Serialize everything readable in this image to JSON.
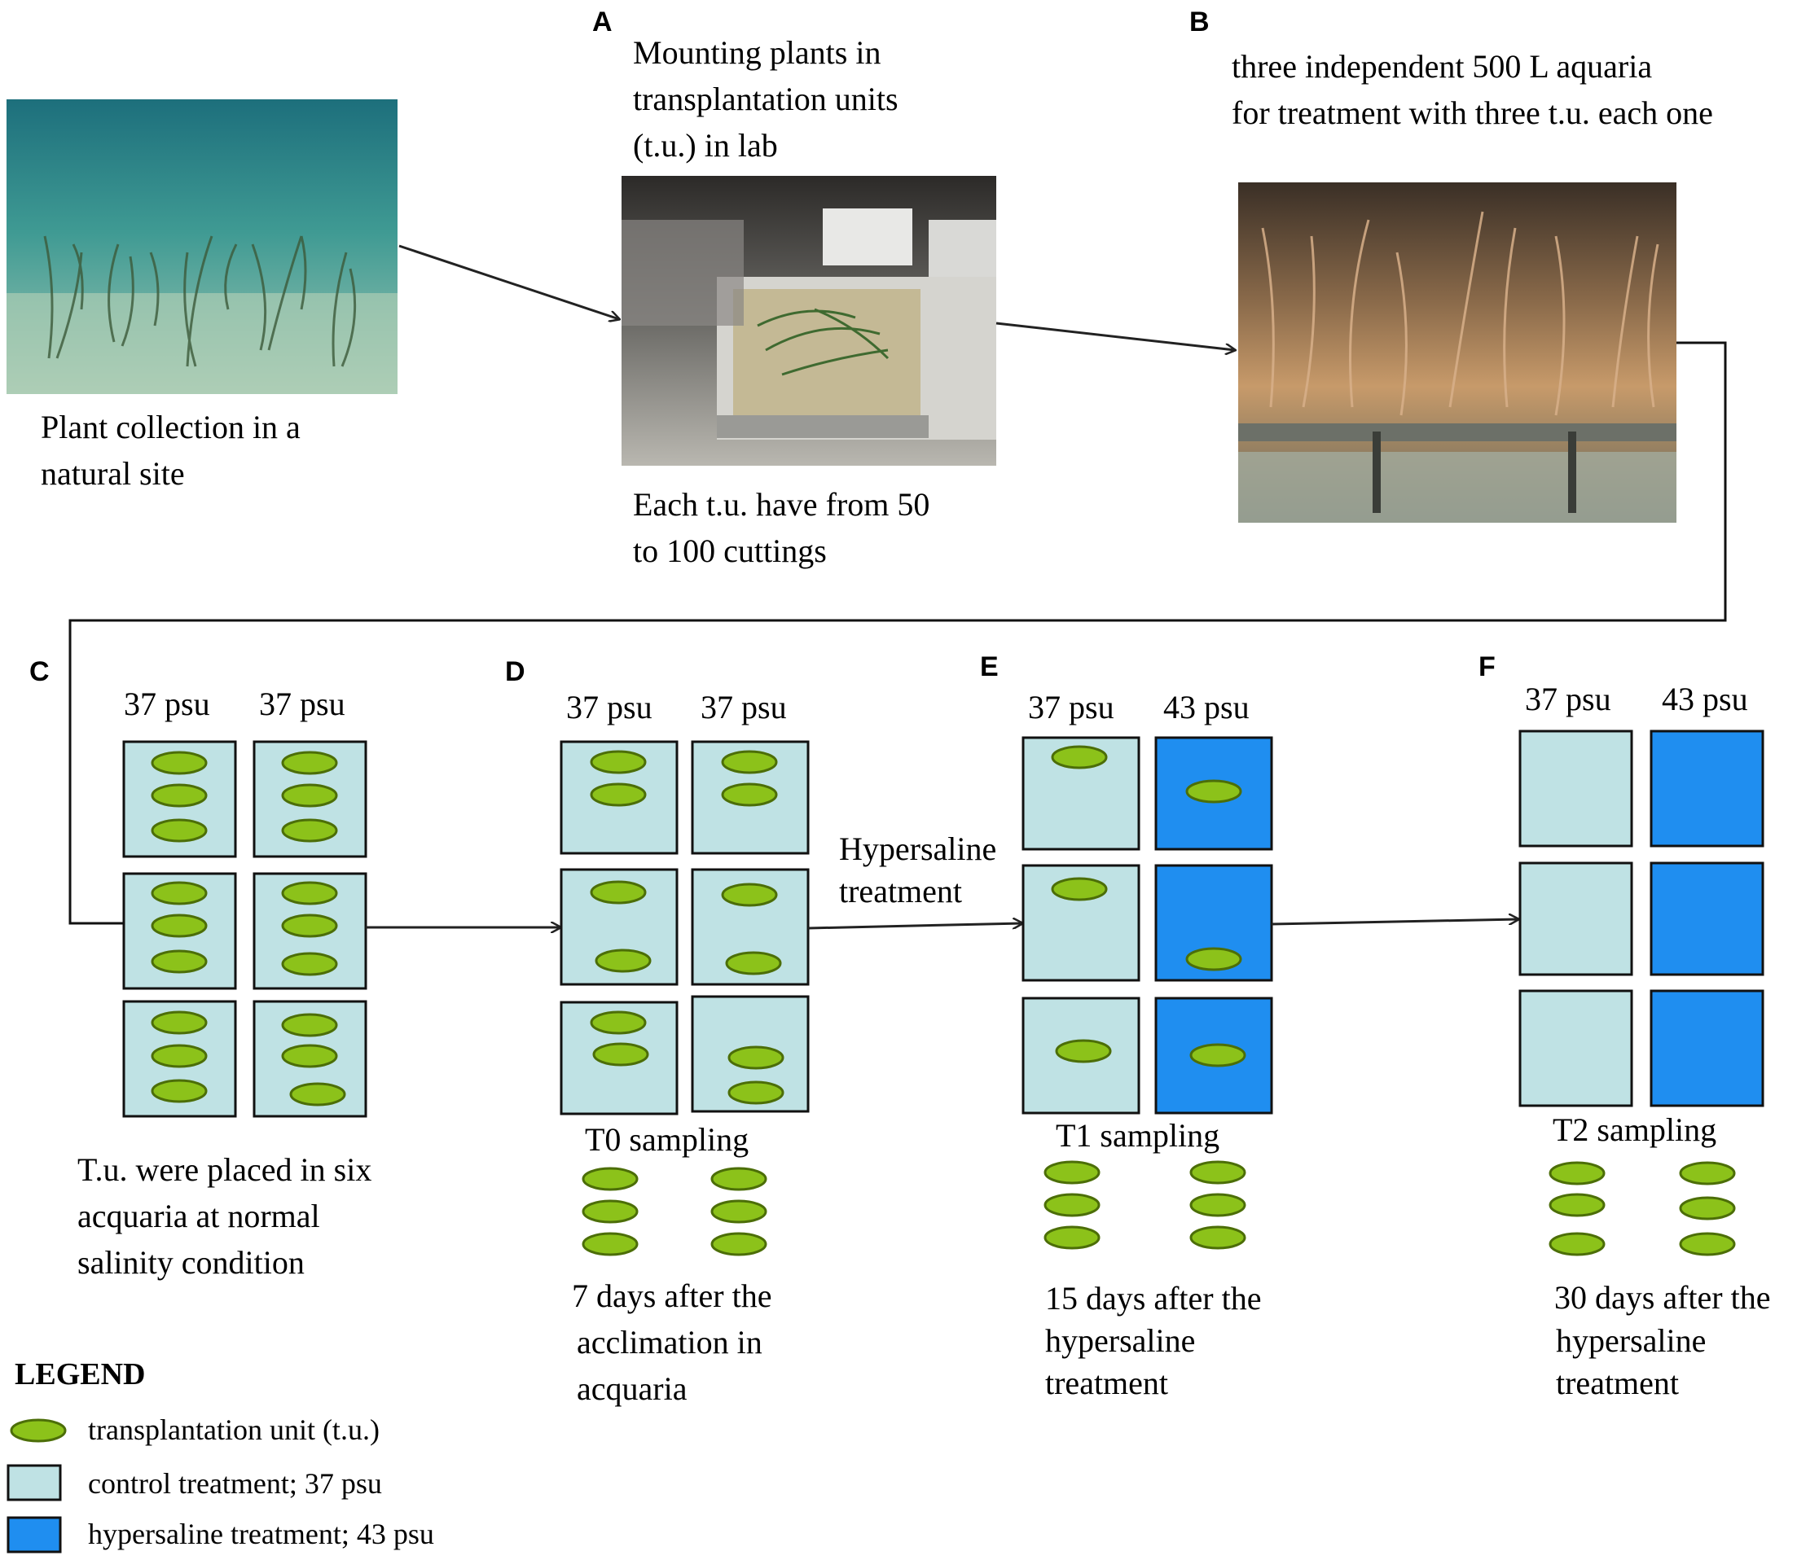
{
  "colors": {
    "control": "#bfe2e4",
    "hypersaline": "#1f8ef0",
    "tu_fill": "#8cc21a",
    "tu_stroke": "#4c6e08",
    "line": "#000000"
  },
  "photos": {
    "collection": "underwater-seagrass-photo",
    "lab": "lab-mounting-photo",
    "aquaria": "aquaria-photo"
  },
  "top": {
    "A": {
      "letter": "A",
      "lines": [
        "Mounting plants in",
        "transplantation units",
        "(t.u.) in lab"
      ],
      "below": [
        "Each t.u. have from 50",
        "to 100 cuttings"
      ]
    },
    "B": {
      "letter": "B",
      "lines": [
        "three independent 500 L aquaria",
        "for treatment with three t.u. each one"
      ]
    },
    "collection": {
      "lines": [
        "Plant collection in a",
        "natural site"
      ]
    }
  },
  "panels": {
    "C": {
      "letter": "C",
      "left_label": "37 psu",
      "right_label": "37 psu",
      "caption": [
        "T.u. were placed in six",
        "acquaria at normal",
        "salinity condition"
      ]
    },
    "D": {
      "letter": "D",
      "left_label": "37 psu",
      "right_label": "37 psu",
      "sampling": "T0 sampling",
      "caption": [
        "7 days after the",
        "acclimation in",
        "acquaria"
      ]
    },
    "E": {
      "letter": "E",
      "left_label": "37 psu",
      "right_label": "43 psu",
      "sampling": "T1 sampling",
      "caption": [
        "15 days after the",
        "hypersaline",
        "treatment"
      ]
    },
    "F": {
      "letter": "F",
      "left_label": "37 psu",
      "right_label": "43 psu",
      "sampling": "T2 sampling",
      "caption": [
        "30 days after the",
        "hypersaline",
        "treatment"
      ]
    }
  },
  "arrow_label": [
    "Hypersaline",
    "treatment"
  ],
  "legend": {
    "title": "LEGEND",
    "tu": "transplantation unit (t.u.)",
    "control": "control treatment; 37 psu",
    "hypersaline": "hypersaline treatment; 43 psu"
  }
}
